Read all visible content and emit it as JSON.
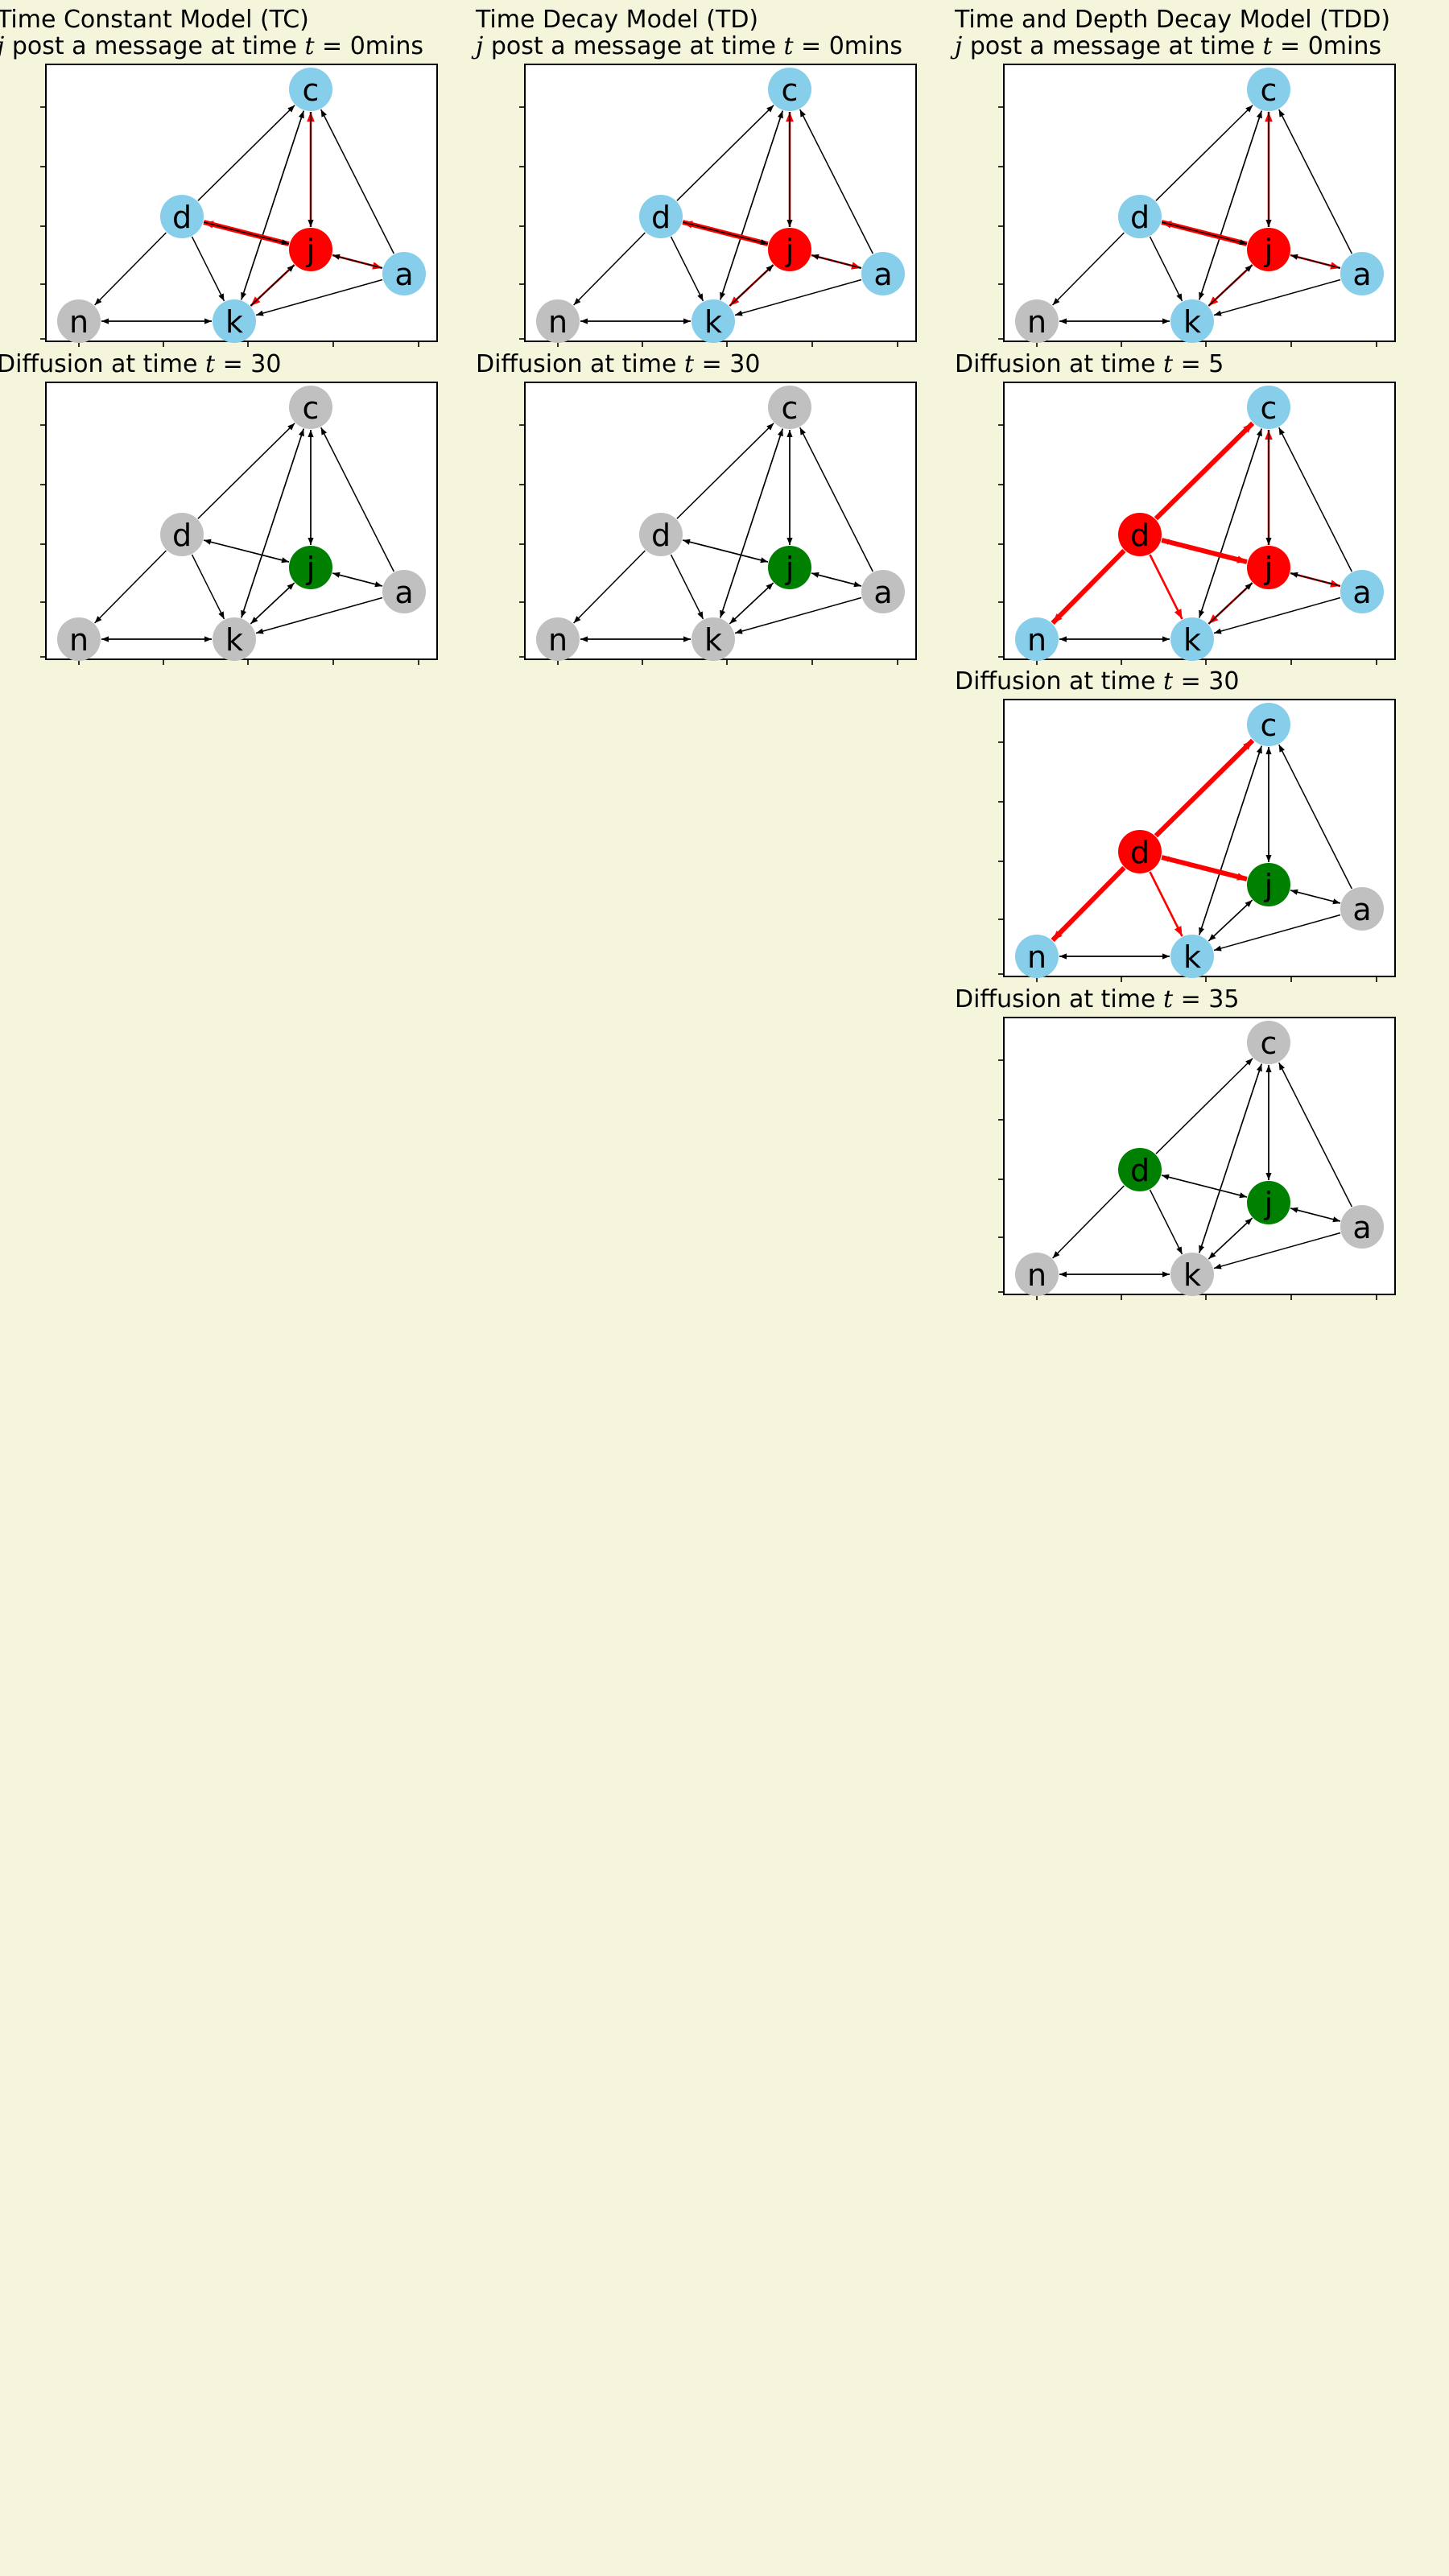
{
  "figure": {
    "background": "#f5f5dc",
    "colors": {
      "uninformed": "#87ceeb",
      "inactive": "#c0c0c0",
      "spreading": "#ff0000",
      "active": "#008000",
      "edge": "#000000",
      "active_edge": "#ff0000"
    },
    "nodes": [
      "c",
      "d",
      "j",
      "a",
      "n",
      "k"
    ],
    "edges": [
      [
        "d",
        "c"
      ],
      [
        "j",
        "c"
      ],
      [
        "c",
        "j"
      ],
      [
        "k",
        "c"
      ],
      [
        "c",
        "k"
      ],
      [
        "a",
        "c"
      ],
      [
        "j",
        "d"
      ],
      [
        "d",
        "j"
      ],
      [
        "d",
        "n"
      ],
      [
        "d",
        "k"
      ],
      [
        "j",
        "a"
      ],
      [
        "a",
        "j"
      ],
      [
        "j",
        "k"
      ],
      [
        "k",
        "j"
      ],
      [
        "a",
        "k"
      ],
      [
        "n",
        "k"
      ],
      [
        "k",
        "n"
      ]
    ],
    "panels": [
      {
        "id": "tc-t0",
        "title": "Time Constant Model (TC)",
        "subtitle_var": "j",
        "subtitle_text": " post a message at time ",
        "subtitle_math": "t",
        "subtitle_tail": " = 0mins",
        "node_state": {
          "c": "uninformed",
          "d": "uninformed",
          "j": "spreading",
          "a": "uninformed",
          "n": "inactive",
          "k": "uninformed"
        },
        "active_edges": [
          {
            "from": "j",
            "to": "d",
            "weight": "heavy"
          },
          {
            "from": "j",
            "to": "c",
            "weight": "light"
          },
          {
            "from": "j",
            "to": "a",
            "weight": "light"
          },
          {
            "from": "j",
            "to": "k",
            "weight": "light"
          }
        ]
      },
      {
        "id": "td-t0",
        "title": "Time Decay Model (TD)",
        "subtitle_var": "j",
        "subtitle_text": " post a message at time ",
        "subtitle_math": "t",
        "subtitle_tail": " = 0mins",
        "node_state": {
          "c": "uninformed",
          "d": "uninformed",
          "j": "spreading",
          "a": "uninformed",
          "n": "inactive",
          "k": "uninformed"
        },
        "active_edges": [
          {
            "from": "j",
            "to": "d",
            "weight": "heavy"
          },
          {
            "from": "j",
            "to": "c",
            "weight": "light"
          },
          {
            "from": "j",
            "to": "a",
            "weight": "light"
          },
          {
            "from": "j",
            "to": "k",
            "weight": "light"
          }
        ]
      },
      {
        "id": "tdd-t0",
        "title": "Time and Depth Decay Model (TDD)",
        "subtitle_var": "j",
        "subtitle_text": " post a message at time ",
        "subtitle_math": "t",
        "subtitle_tail": " = 0mins",
        "node_state": {
          "c": "uninformed",
          "d": "uninformed",
          "j": "spreading",
          "a": "uninformed",
          "n": "inactive",
          "k": "uninformed"
        },
        "active_edges": [
          {
            "from": "j",
            "to": "d",
            "weight": "heavy"
          },
          {
            "from": "j",
            "to": "c",
            "weight": "light"
          },
          {
            "from": "j",
            "to": "a",
            "weight": "light"
          },
          {
            "from": "j",
            "to": "k",
            "weight": "light"
          }
        ]
      },
      {
        "id": "tc-t30",
        "title_text": "Diffusion at time ",
        "title_math": "t",
        "title_tail": " = 30",
        "node_state": {
          "c": "inactive",
          "d": "inactive",
          "j": "active",
          "a": "inactive",
          "n": "inactive",
          "k": "inactive"
        },
        "active_edges": []
      },
      {
        "id": "td-t30",
        "title_text": "Diffusion at time ",
        "title_math": "t",
        "title_tail": " = 30",
        "node_state": {
          "c": "inactive",
          "d": "inactive",
          "j": "active",
          "a": "inactive",
          "n": "inactive",
          "k": "inactive"
        },
        "active_edges": []
      },
      {
        "id": "tdd-t5",
        "title_text": "Diffusion at time ",
        "title_math": "t",
        "title_tail": " = 5",
        "node_state": {
          "c": "uninformed",
          "d": "spreading",
          "j": "spreading",
          "a": "uninformed",
          "n": "uninformed",
          "k": "uninformed"
        },
        "active_edges": [
          {
            "from": "d",
            "to": "c",
            "weight": "heavy"
          },
          {
            "from": "d",
            "to": "n",
            "weight": "heavy"
          },
          {
            "from": "d",
            "to": "j",
            "weight": "heavy"
          },
          {
            "from": "d",
            "to": "k",
            "weight": "light"
          },
          {
            "from": "j",
            "to": "c",
            "weight": "light"
          },
          {
            "from": "j",
            "to": "a",
            "weight": "light"
          },
          {
            "from": "j",
            "to": "k",
            "weight": "light"
          }
        ]
      },
      {
        "id": "tdd-t30",
        "title_text": "Diffusion at time ",
        "title_math": "t",
        "title_tail": " = 30",
        "node_state": {
          "c": "uninformed",
          "d": "spreading",
          "j": "active",
          "a": "inactive",
          "n": "uninformed",
          "k": "uninformed"
        },
        "active_edges": [
          {
            "from": "d",
            "to": "c",
            "weight": "heavy"
          },
          {
            "from": "d",
            "to": "n",
            "weight": "heavy"
          },
          {
            "from": "d",
            "to": "j",
            "weight": "heavy"
          },
          {
            "from": "d",
            "to": "k",
            "weight": "light"
          }
        ]
      },
      {
        "id": "tdd-t35",
        "title_text": "Diffusion at time ",
        "title_math": "t",
        "title_tail": " = 35",
        "node_state": {
          "c": "inactive",
          "d": "active",
          "j": "active",
          "a": "inactive",
          "n": "inactive",
          "k": "inactive"
        },
        "active_edges": []
      }
    ]
  }
}
